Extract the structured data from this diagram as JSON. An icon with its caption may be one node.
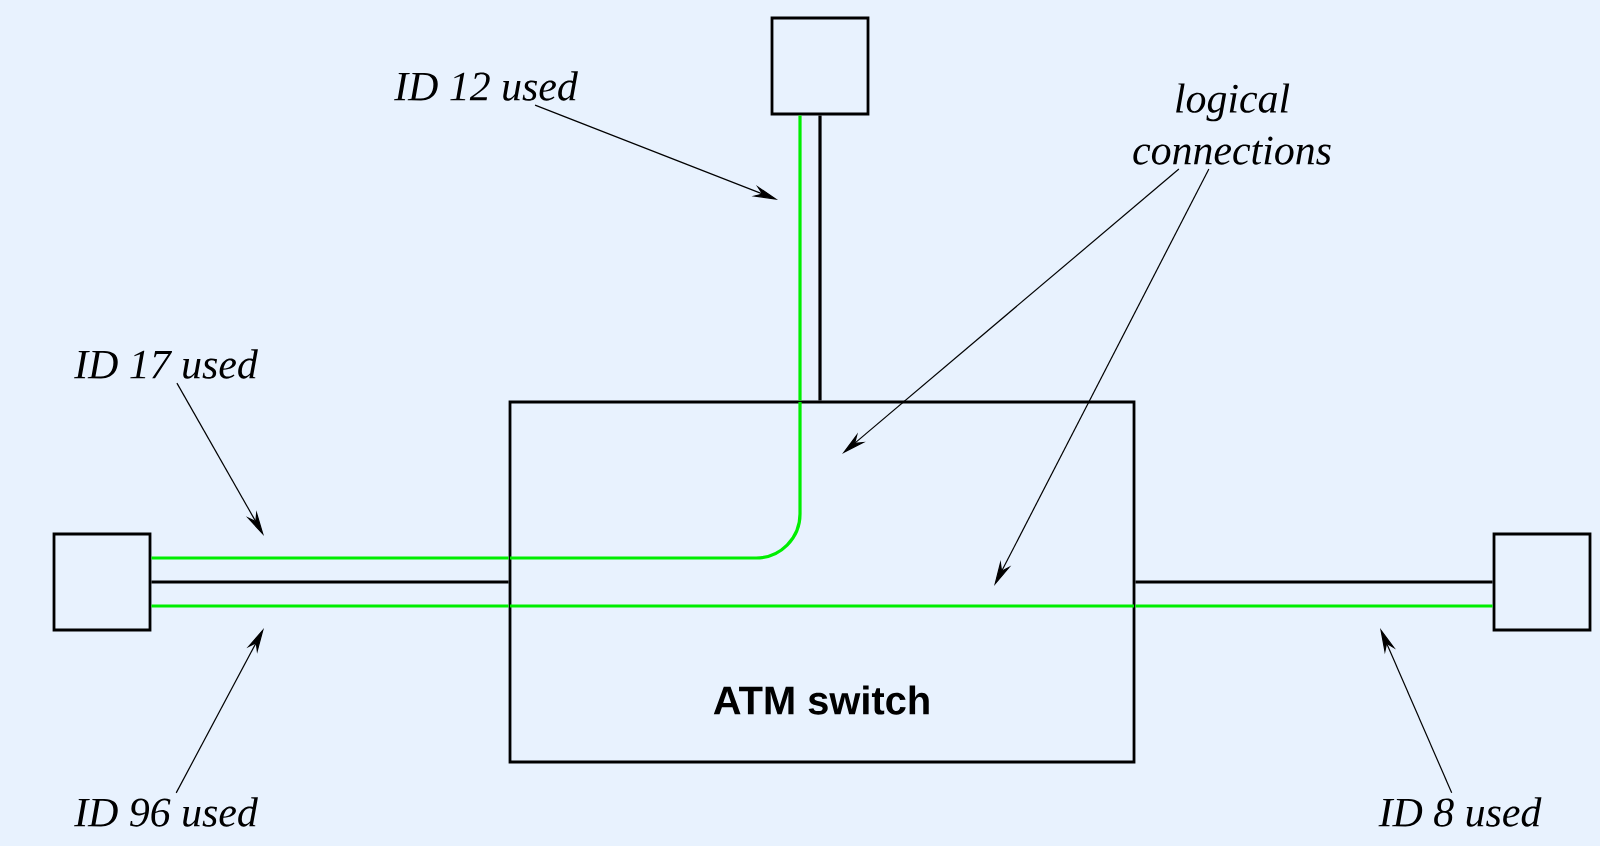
{
  "diagram": {
    "nodes": [
      {
        "text": [
          "ATM switch"
        ]
      },
      {
        "text": [],
        "shape": "box"
      },
      {
        "text": [],
        "shape": "box"
      },
      {
        "text": [],
        "shape": "box"
      },
      {
        "text": [
          "ID 12 used"
        ]
      },
      {
        "text": [
          "ID 17 used"
        ]
      },
      {
        "text": [
          "ID 96 used"
        ]
      },
      {
        "text": [
          "ID 8 used"
        ]
      },
      {
        "text": [
          "logical connections"
        ]
      }
    ],
    "edges": [
      {
        "from": 1,
        "to": 0,
        "arrow": "none"
      },
      {
        "from": 2,
        "to": 0,
        "arrow": "none"
      },
      {
        "from": 0,
        "to": 3,
        "arrow": "none"
      },
      {
        "from": 2,
        "to": 0,
        "arrow": "none",
        "color": "#00ee00"
      },
      {
        "from": 0,
        "to": 1,
        "arrow": "none",
        "color": "#00ee00"
      },
      {
        "from": 2,
        "to": 0,
        "arrow": "none",
        "color": "#00ee00"
      },
      {
        "from": 0,
        "to": 3,
        "arrow": "none",
        "color": "#00ee00"
      },
      {
        "from": 4,
        "to": null,
        "arrow": "to"
      },
      {
        "from": 5,
        "to": null,
        "arrow": "to"
      },
      {
        "from": 6,
        "to": null,
        "arrow": "to"
      },
      {
        "from": 7,
        "to": null,
        "arrow": "to"
      },
      {
        "from": 8,
        "to": 0,
        "arrow": "to"
      },
      {
        "from": 8,
        "to": 0,
        "arrow": "to"
      }
    ]
  }
}
